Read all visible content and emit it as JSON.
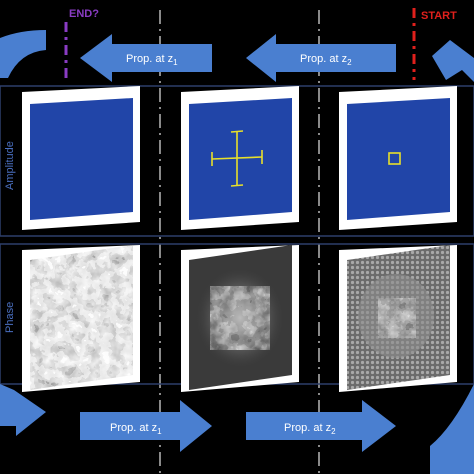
{
  "markers": {
    "end": {
      "label": "END?",
      "color": "#8a3cc4"
    },
    "start": {
      "label": "START",
      "color": "#e0201c"
    }
  },
  "top_row": {
    "arrow_left": {
      "label": "Prop. at z",
      "subscript": "1"
    },
    "arrow_right": {
      "label": "Prop. at z",
      "subscript": "2"
    }
  },
  "bottom_row": {
    "arrow_left": {
      "label": "Prop. at z",
      "subscript": "1"
    },
    "arrow_right": {
      "label": "Prop. at z",
      "subscript": "2"
    }
  },
  "row_labels": {
    "amplitude": "Amplitude",
    "phase": "Phase"
  },
  "panels": {
    "amplitude": [
      "blank",
      "cross",
      "square"
    ],
    "phase": [
      "dense-speckle",
      "central-pattern",
      "central-rings"
    ]
  },
  "colors": {
    "arrow_fill": "#4a7fd0",
    "panel_blue": "#2145a8",
    "mark_yellow": "#e8e02a",
    "row_frame": "#2e3f6b",
    "divider": "#8a8a8a"
  }
}
